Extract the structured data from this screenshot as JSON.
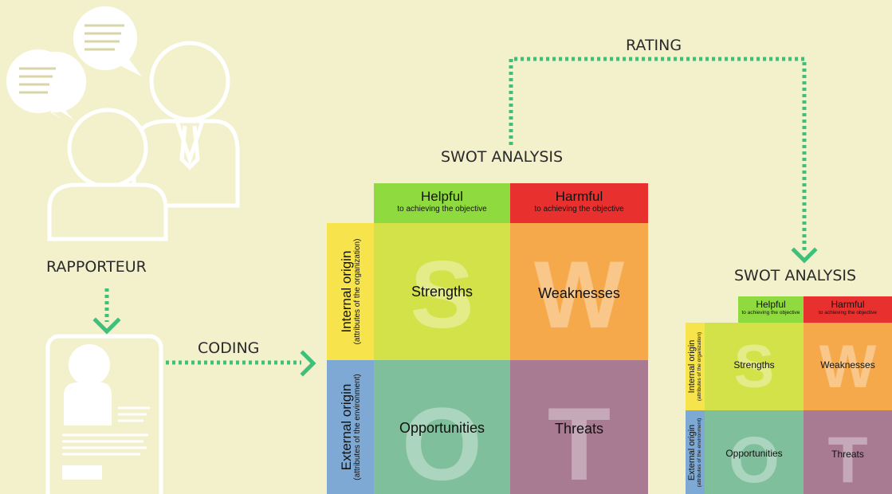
{
  "labels": {
    "rapporteur": "RAPPORTEUR",
    "coding": "CODING",
    "rating": "RATING",
    "swot_title_main": "SWOT ANALYSIS",
    "swot_title_small": "SWOT ANALYSIS"
  },
  "swot": {
    "helpful": "Helpful",
    "helpful_sub": "to achieving the objective",
    "harmful": "Harmful",
    "harmful_sub": "to achieving the objective",
    "internal": "Internal origin",
    "internal_sub": "(attributes of the organization)",
    "external": "External origin",
    "external_sub": "(attributes of the environment)",
    "s_letter": "S",
    "s_word": "Strengths",
    "w_letter": "W",
    "w_word": "Weaknesses",
    "o_letter": "O",
    "o_word": "Opportunities",
    "t_letter": "T",
    "t_word": "Threats"
  },
  "colors": {
    "background": "#f3f1cc",
    "helpful": "#8fdb3f",
    "harmful": "#e8302f",
    "internal": "#f7e44c",
    "external": "#7ea9d4",
    "strengths": "#d4e24a",
    "weaknesses": "#f5a94b",
    "opportunities": "#7fbf9b",
    "threats": "#a87b92",
    "arrows": "#3ec07a"
  }
}
